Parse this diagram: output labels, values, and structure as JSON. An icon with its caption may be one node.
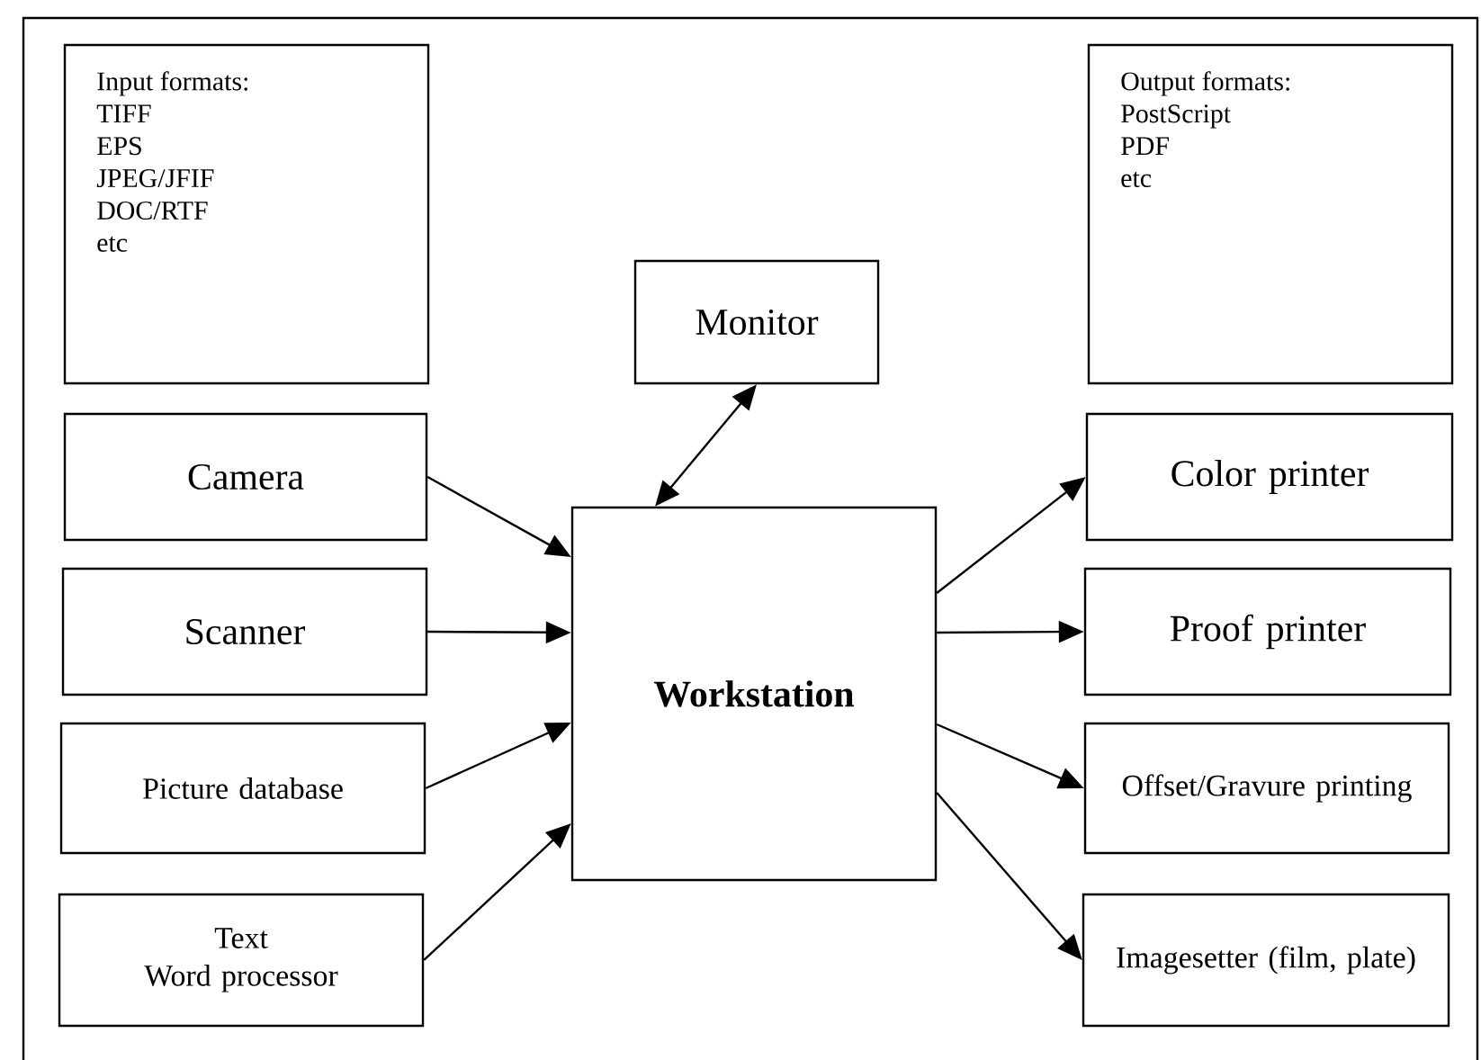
{
  "diagram": {
    "nodes": [
      {
        "text": [
          "Input formats:",
          "TIFF",
          "EPS",
          "JPEG/JFIF",
          "DOC/RTF",
          "etc"
        ]
      },
      {
        "text": [
          "Output formats:",
          "PostScript",
          "PDF",
          "etc"
        ]
      },
      {
        "text": [
          "Monitor"
        ]
      },
      {
        "text": [
          "Camera"
        ]
      },
      {
        "text": [
          "Scanner"
        ]
      },
      {
        "text": [
          "Picture database"
        ]
      },
      {
        "text": [
          "Text",
          "Word processor"
        ]
      },
      {
        "text": [
          "Workstation"
        ]
      },
      {
        "text": [
          "Color printer"
        ]
      },
      {
        "text": [
          "Proof printer"
        ]
      },
      {
        "text": [
          "Offset/Gravure printing"
        ]
      },
      {
        "text": [
          "Imagesetter (film, plate)"
        ]
      }
    ],
    "edges": [
      {
        "from": 3,
        "to": 7,
        "arrow": "to"
      },
      {
        "from": 4,
        "to": 7,
        "arrow": "to"
      },
      {
        "from": 5,
        "to": 7,
        "arrow": "to"
      },
      {
        "from": 6,
        "to": 7,
        "arrow": "to"
      },
      {
        "from": 2,
        "to": 7,
        "arrow": "both"
      },
      {
        "from": 7,
        "to": 8,
        "arrow": "to"
      },
      {
        "from": 7,
        "to": 9,
        "arrow": "to"
      },
      {
        "from": 7,
        "to": 10,
        "arrow": "to"
      },
      {
        "from": 7,
        "to": 11,
        "arrow": "to"
      }
    ]
  }
}
